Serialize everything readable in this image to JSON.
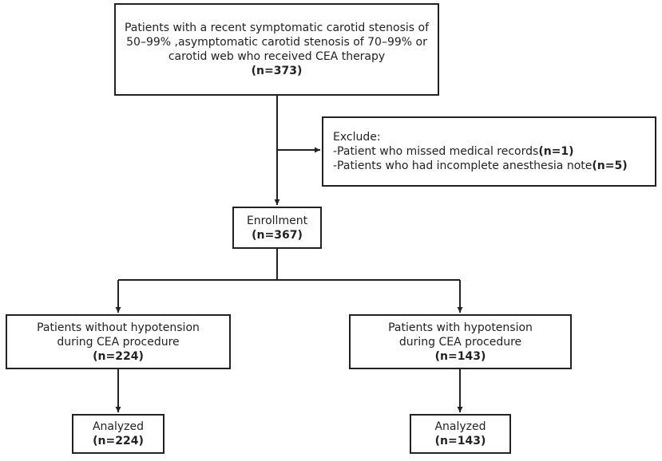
{
  "boxes": {
    "initial": {
      "lines": [
        "Patients with a recent symptomatic carotid stenosis of",
        "50–99% ,asymptomatic carotid stenosis of 70–99% or",
        "carotid web who received CEA therapy"
      ],
      "count": "(n=373)"
    },
    "exclude": {
      "heading": "Exclude:",
      "items": [
        {
          "text": "-Patient who missed medical records",
          "count": "(n=1)"
        },
        {
          "text": "-Patients who had incomplete anesthesia note",
          "count": "(n=5)"
        }
      ]
    },
    "enrollment": {
      "lines": [
        "Enrollment"
      ],
      "count": "(n=367)"
    },
    "no_hypotension": {
      "lines": [
        "Patients without hypotension",
        "during CEA procedure"
      ],
      "count": "(n=224)"
    },
    "hypotension": {
      "lines": [
        "Patients with hypotension",
        "during CEA procedure"
      ],
      "count": "(n=143)"
    },
    "analyzed_no_hypotension": {
      "lines": [
        "Analyzed"
      ],
      "count": "(n=224)"
    },
    "analyzed_hypotension": {
      "lines": [
        "Analyzed"
      ],
      "count": "(n=143)"
    }
  },
  "colors": {
    "stroke": "#222222",
    "background": "#ffffff"
  }
}
